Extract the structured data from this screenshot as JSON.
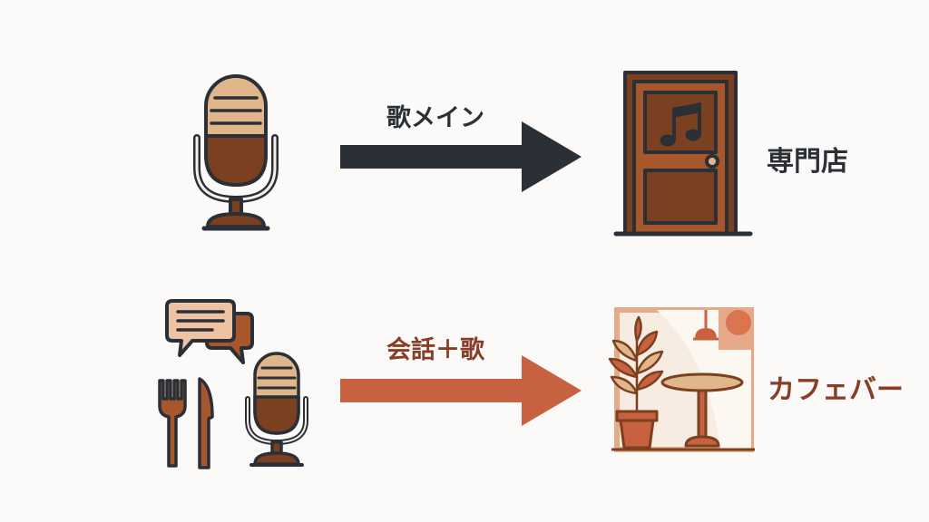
{
  "rows": [
    {
      "source_icon": "microphone-icon",
      "arrow_label": "歌メイン",
      "arrow_color": "#2b3036",
      "label_color": "#2b3036",
      "dest_icon": "door-music-note-icon",
      "dest_label": "専門店"
    },
    {
      "source_icon": "conversation-dining-microphone-icon",
      "arrow_label": "会話＋歌",
      "arrow_color": "#c8613f",
      "label_color": "#8a3d26",
      "dest_icon": "cafe-plant-table-icon",
      "dest_label": "カフェバー"
    }
  ],
  "colors": {
    "outline": "#2b3036",
    "brown_dark": "#7a4020",
    "brown_mid": "#a8562b",
    "tan": "#e0b78a",
    "terracotta": "#c8613f",
    "peach": "#eec3a4",
    "background": "#fbfaf8"
  }
}
